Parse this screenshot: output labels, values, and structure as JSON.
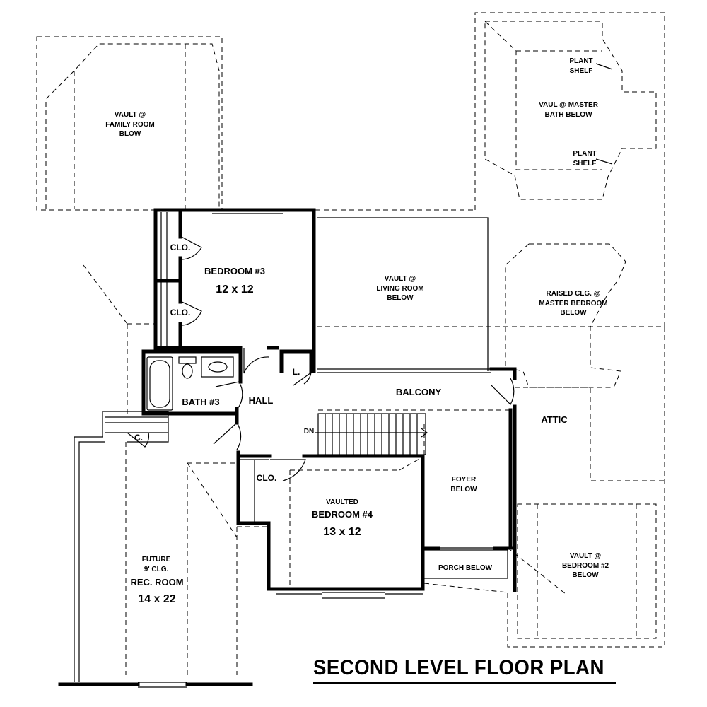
{
  "plan": {
    "title": "SECOND LEVEL FLOOR PLAN",
    "labels": {
      "vault_family": "VAULT @\nFAMILY ROOM\nBLOW",
      "plant_shelf_top": "PLANT\nSHELF",
      "vault_master_bath": "VAUL @ MASTER\nBATH BELOW",
      "plant_shelf_bottom": "PLANT\nSHELF",
      "clo_1": "CLO.",
      "clo_2": "CLO.",
      "bedroom3_name": "BEDROOM #3",
      "bedroom3_dim": "12 x 12",
      "vault_living": "VAULT @\nLIVING ROOM\nBELOW",
      "raised_clg": "RAISED CLG. @\nMASTER BEDROOM\nBELOW",
      "linen": "L.",
      "bath3": "BATH #3",
      "hall": "HALL",
      "balcony": "BALCONY",
      "attic": "ATTIC",
      "closet_c": "C.",
      "dn": "DN",
      "clo_3": "CLO.",
      "foyer": "FOYER\nBELOW",
      "bedroom4_vaulted": "VAULTED",
      "bedroom4_name": "BEDROOM #4",
      "bedroom4_dim": "13 x 12",
      "porch": "PORCH BELOW",
      "vault_bedroom2": "VAULT @\nBEDROOM #2\nBELOW",
      "rec_future": "FUTURE\n9' CLG.",
      "rec_name": "REC. ROOM",
      "rec_dim": "14 x 22"
    }
  }
}
